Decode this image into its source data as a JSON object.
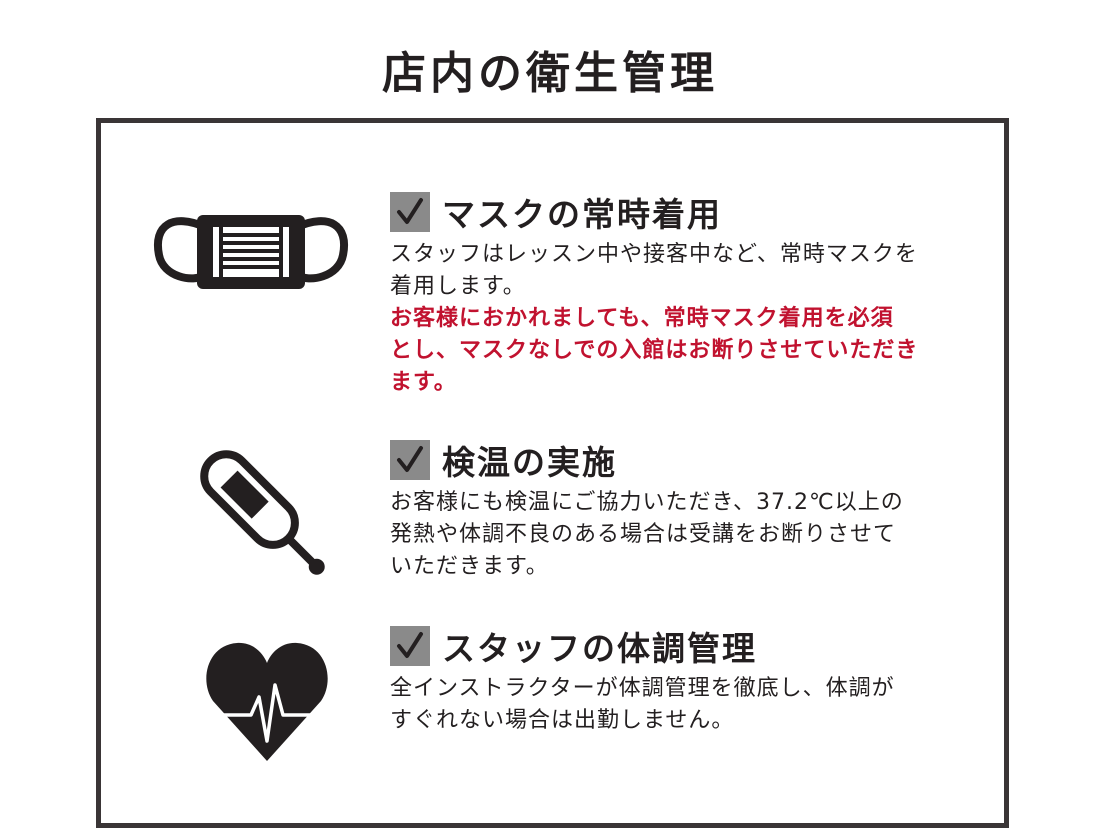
{
  "title": "店内の衛生管理",
  "sections": [
    {
      "icon": "face-mask-icon",
      "heading": "マスクの常時着用",
      "body": "スタッフはレッスン中や接客中など、常時マスクを\n着用します。",
      "warning": "お客様におかれましても、常時マスク着用を必須\nとし、マスクなしでの入館はお断りさせていただき\nます。"
    },
    {
      "icon": "thermometer-icon",
      "heading": "検温の実施",
      "body": "お客様にも検温にご協力いただき、37.2℃以上の\n発熱や体調不良のある場合は受講をお断りさせて\nいただきます。"
    },
    {
      "icon": "heartbeat-icon",
      "heading": "スタッフの体調管理",
      "body": "全インストラクターが体調管理を徹底し、体調が\nすぐれない場合は出勤しません。"
    }
  ],
  "colors": {
    "text": "#231f20",
    "warning": "#c1122f",
    "checkbox": "#8a8a8a",
    "frame": "#3a3536"
  }
}
